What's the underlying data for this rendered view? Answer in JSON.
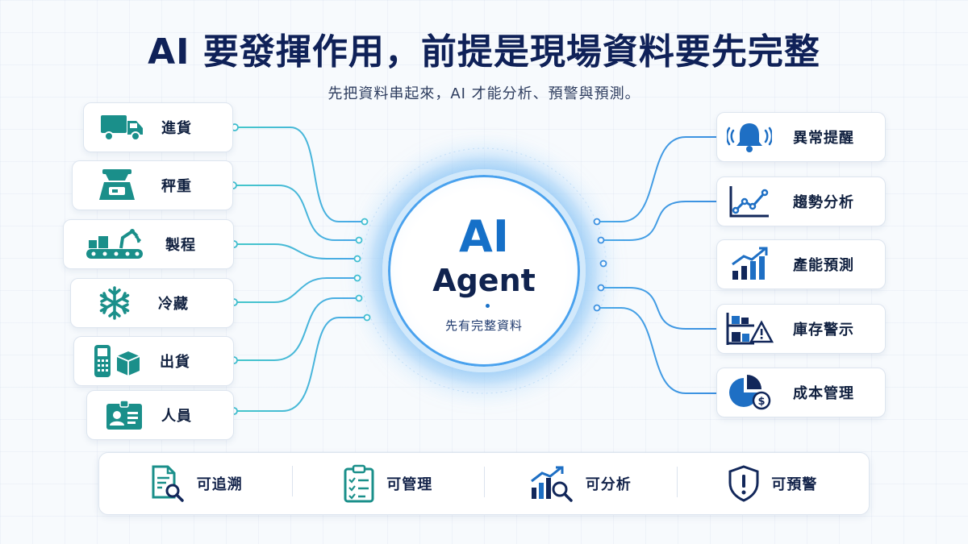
{
  "header": {
    "title": "AI 要發揮作用，前提是現場資料要先完整",
    "subtitle": "先把資料串起來，AI 才能分析、預警與預測。"
  },
  "hub": {
    "line1": "AI",
    "line2": "Agent",
    "caption": "先有完整資料"
  },
  "inputs": [
    {
      "label": "進貨",
      "icon": "truck-icon"
    },
    {
      "label": "秤重",
      "icon": "scale-icon"
    },
    {
      "label": "製程",
      "icon": "robot-arm-conveyor-icon"
    },
    {
      "label": "冷藏",
      "icon": "snowflake-icon"
    },
    {
      "label": "出貨",
      "icon": "scanner-box-icon"
    },
    {
      "label": "人員",
      "icon": "id-badge-icon"
    }
  ],
  "outputs": [
    {
      "label": "異常提醒",
      "icon": "bell-alert-icon"
    },
    {
      "label": "趨勢分析",
      "icon": "line-trend-icon"
    },
    {
      "label": "產能預測",
      "icon": "bar-growth-icon"
    },
    {
      "label": "庫存警示",
      "icon": "inventory-warning-icon"
    },
    {
      "label": "成本管理",
      "icon": "pie-cost-icon"
    }
  ],
  "benefits": [
    {
      "label": "可追溯",
      "icon": "document-search-icon"
    },
    {
      "label": "可管理",
      "icon": "clipboard-checklist-icon"
    },
    {
      "label": "可分析",
      "icon": "chart-magnifier-icon"
    },
    {
      "label": "可預警",
      "icon": "shield-alert-icon"
    }
  ],
  "colors": {
    "navy": "#0f2158",
    "teal": "#1a8f8a",
    "blue": "#1e6fc4",
    "wire": "#5cc9d9"
  }
}
